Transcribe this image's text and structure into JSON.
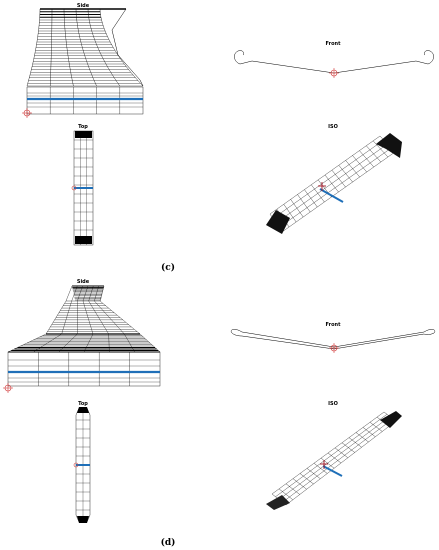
{
  "figure": {
    "panels": [
      {
        "id": "c",
        "caption": "(c)",
        "views": {
          "side": "Side",
          "front": "Front",
          "top": "Top",
          "iso": "ISO"
        }
      },
      {
        "id": "d",
        "caption": "(d)",
        "views": {
          "side": "Side",
          "front": "Front",
          "top": "Top",
          "iso": "ISO"
        }
      }
    ]
  },
  "colors": {
    "mesh": "#000000",
    "spar": "#1f6fb8",
    "reference_marker": "#d23c3c",
    "cg_marker": "#a01020",
    "background": "#ffffff"
  }
}
